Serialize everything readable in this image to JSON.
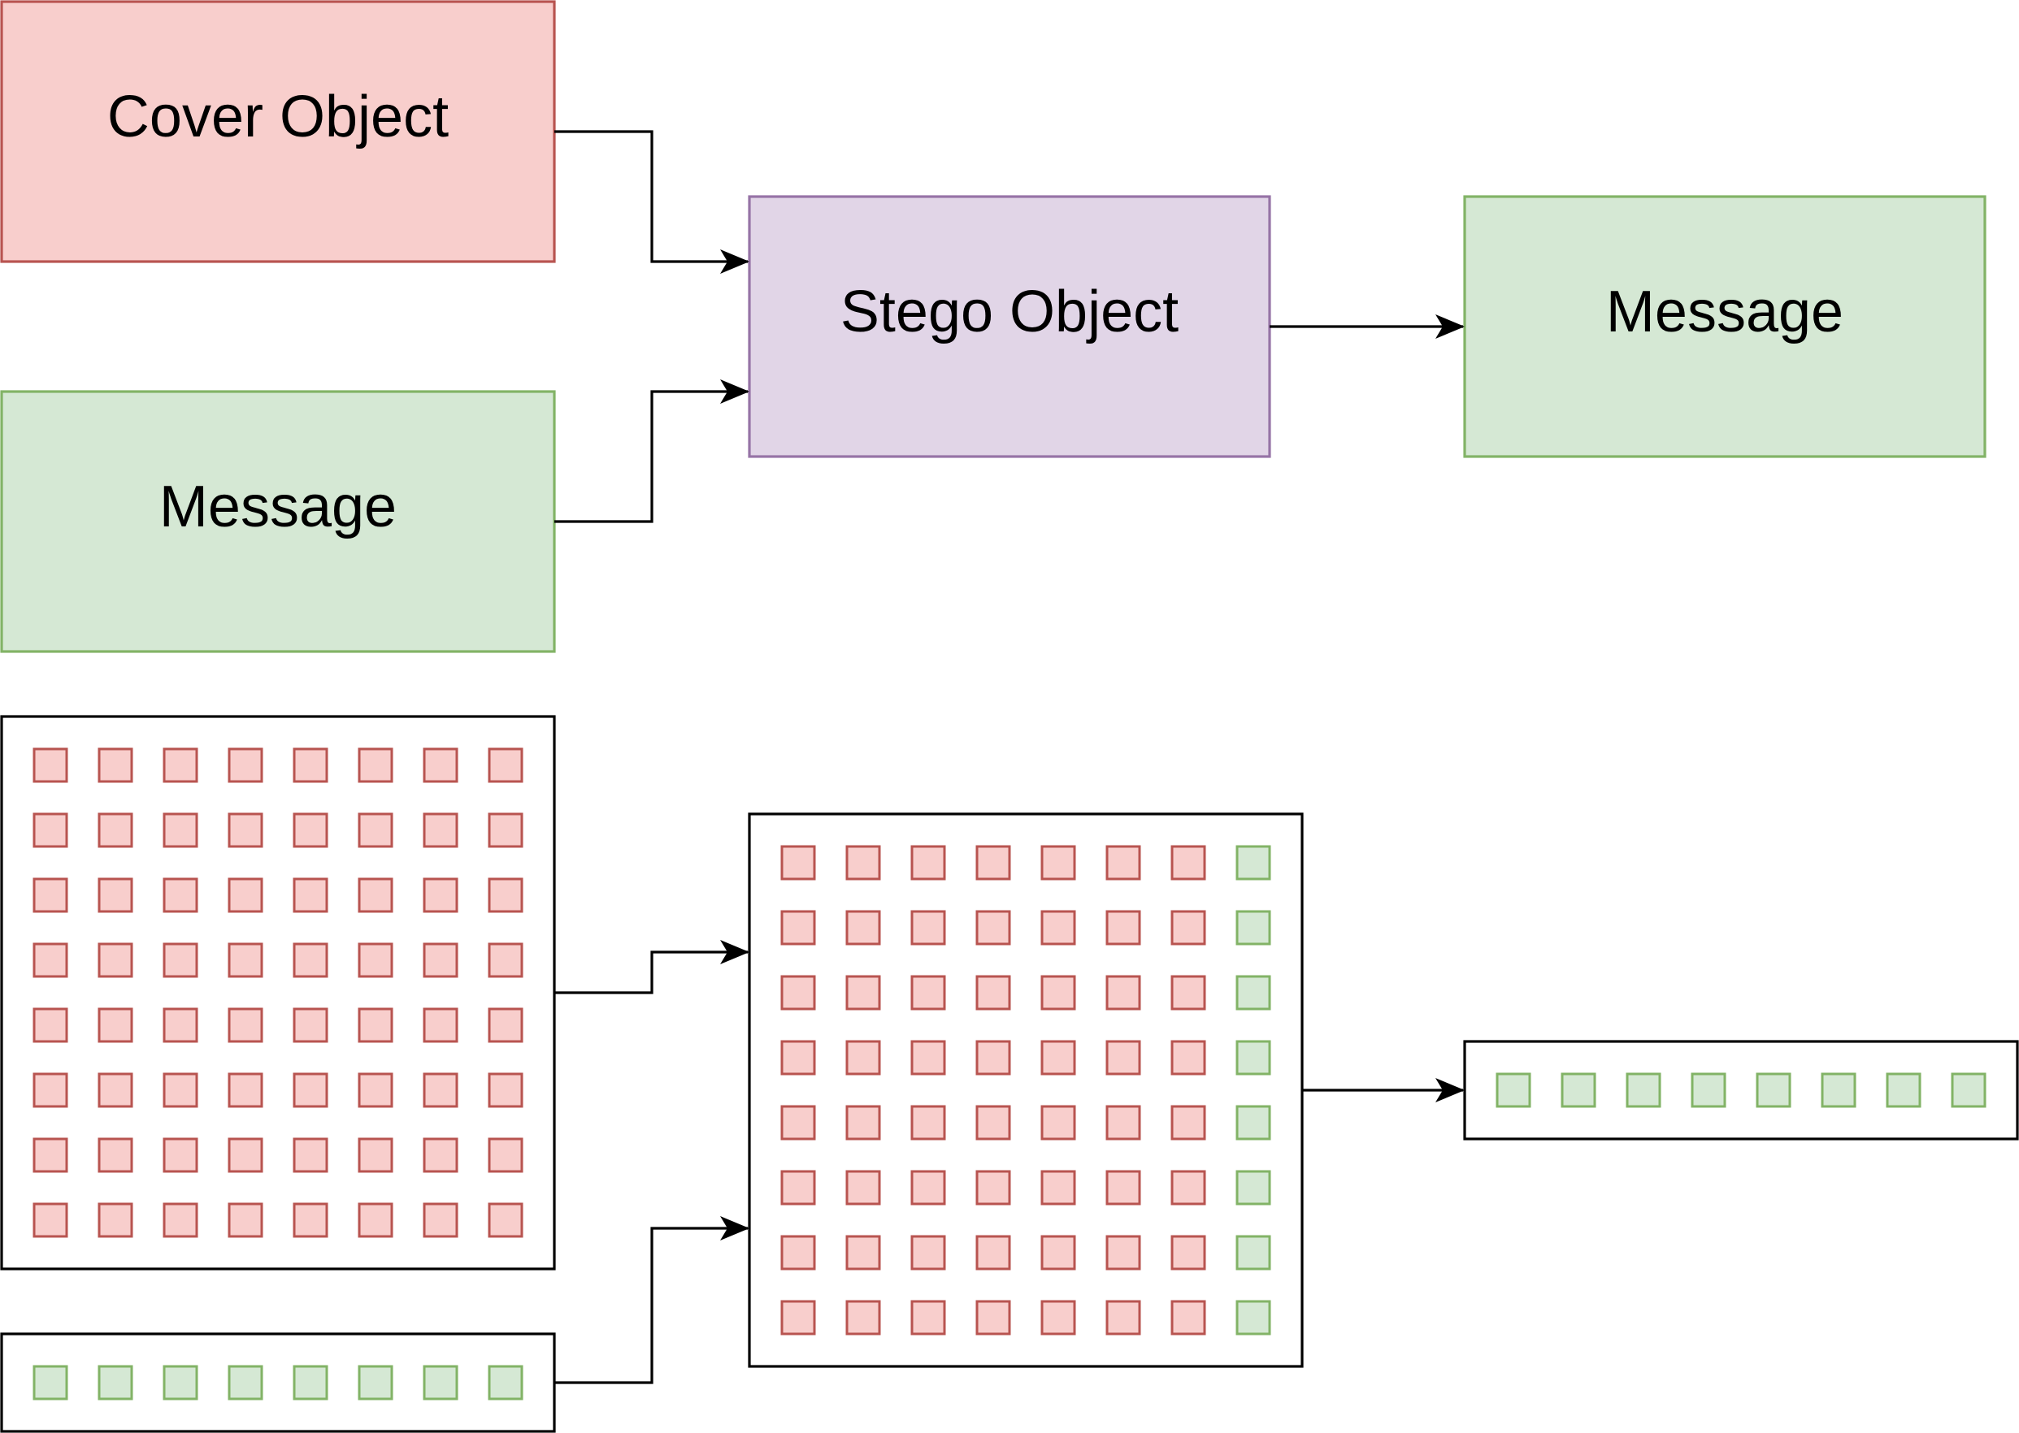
{
  "colors": {
    "cover_fill": "#f8cecc",
    "cover_stroke": "#b85450",
    "message_fill": "#d5e8d4",
    "message_stroke": "#82b366",
    "stego_fill": "#e1d5e7",
    "stego_stroke": "#9673a6",
    "frame_stroke": "#000000",
    "arrow": "#000000"
  },
  "top": {
    "cover_label": "Cover Object",
    "message_label": "Message",
    "stego_label": "Stego Object",
    "output_label": "Message"
  },
  "bottom": {
    "cover_grid": {
      "rows": 8,
      "cols": 8,
      "message_cols": 0
    },
    "message_strip": {
      "cells": 8
    },
    "stego_grid": {
      "rows": 8,
      "cols": 8,
      "message_cols": 1
    },
    "output_strip": {
      "cells": 8
    }
  }
}
